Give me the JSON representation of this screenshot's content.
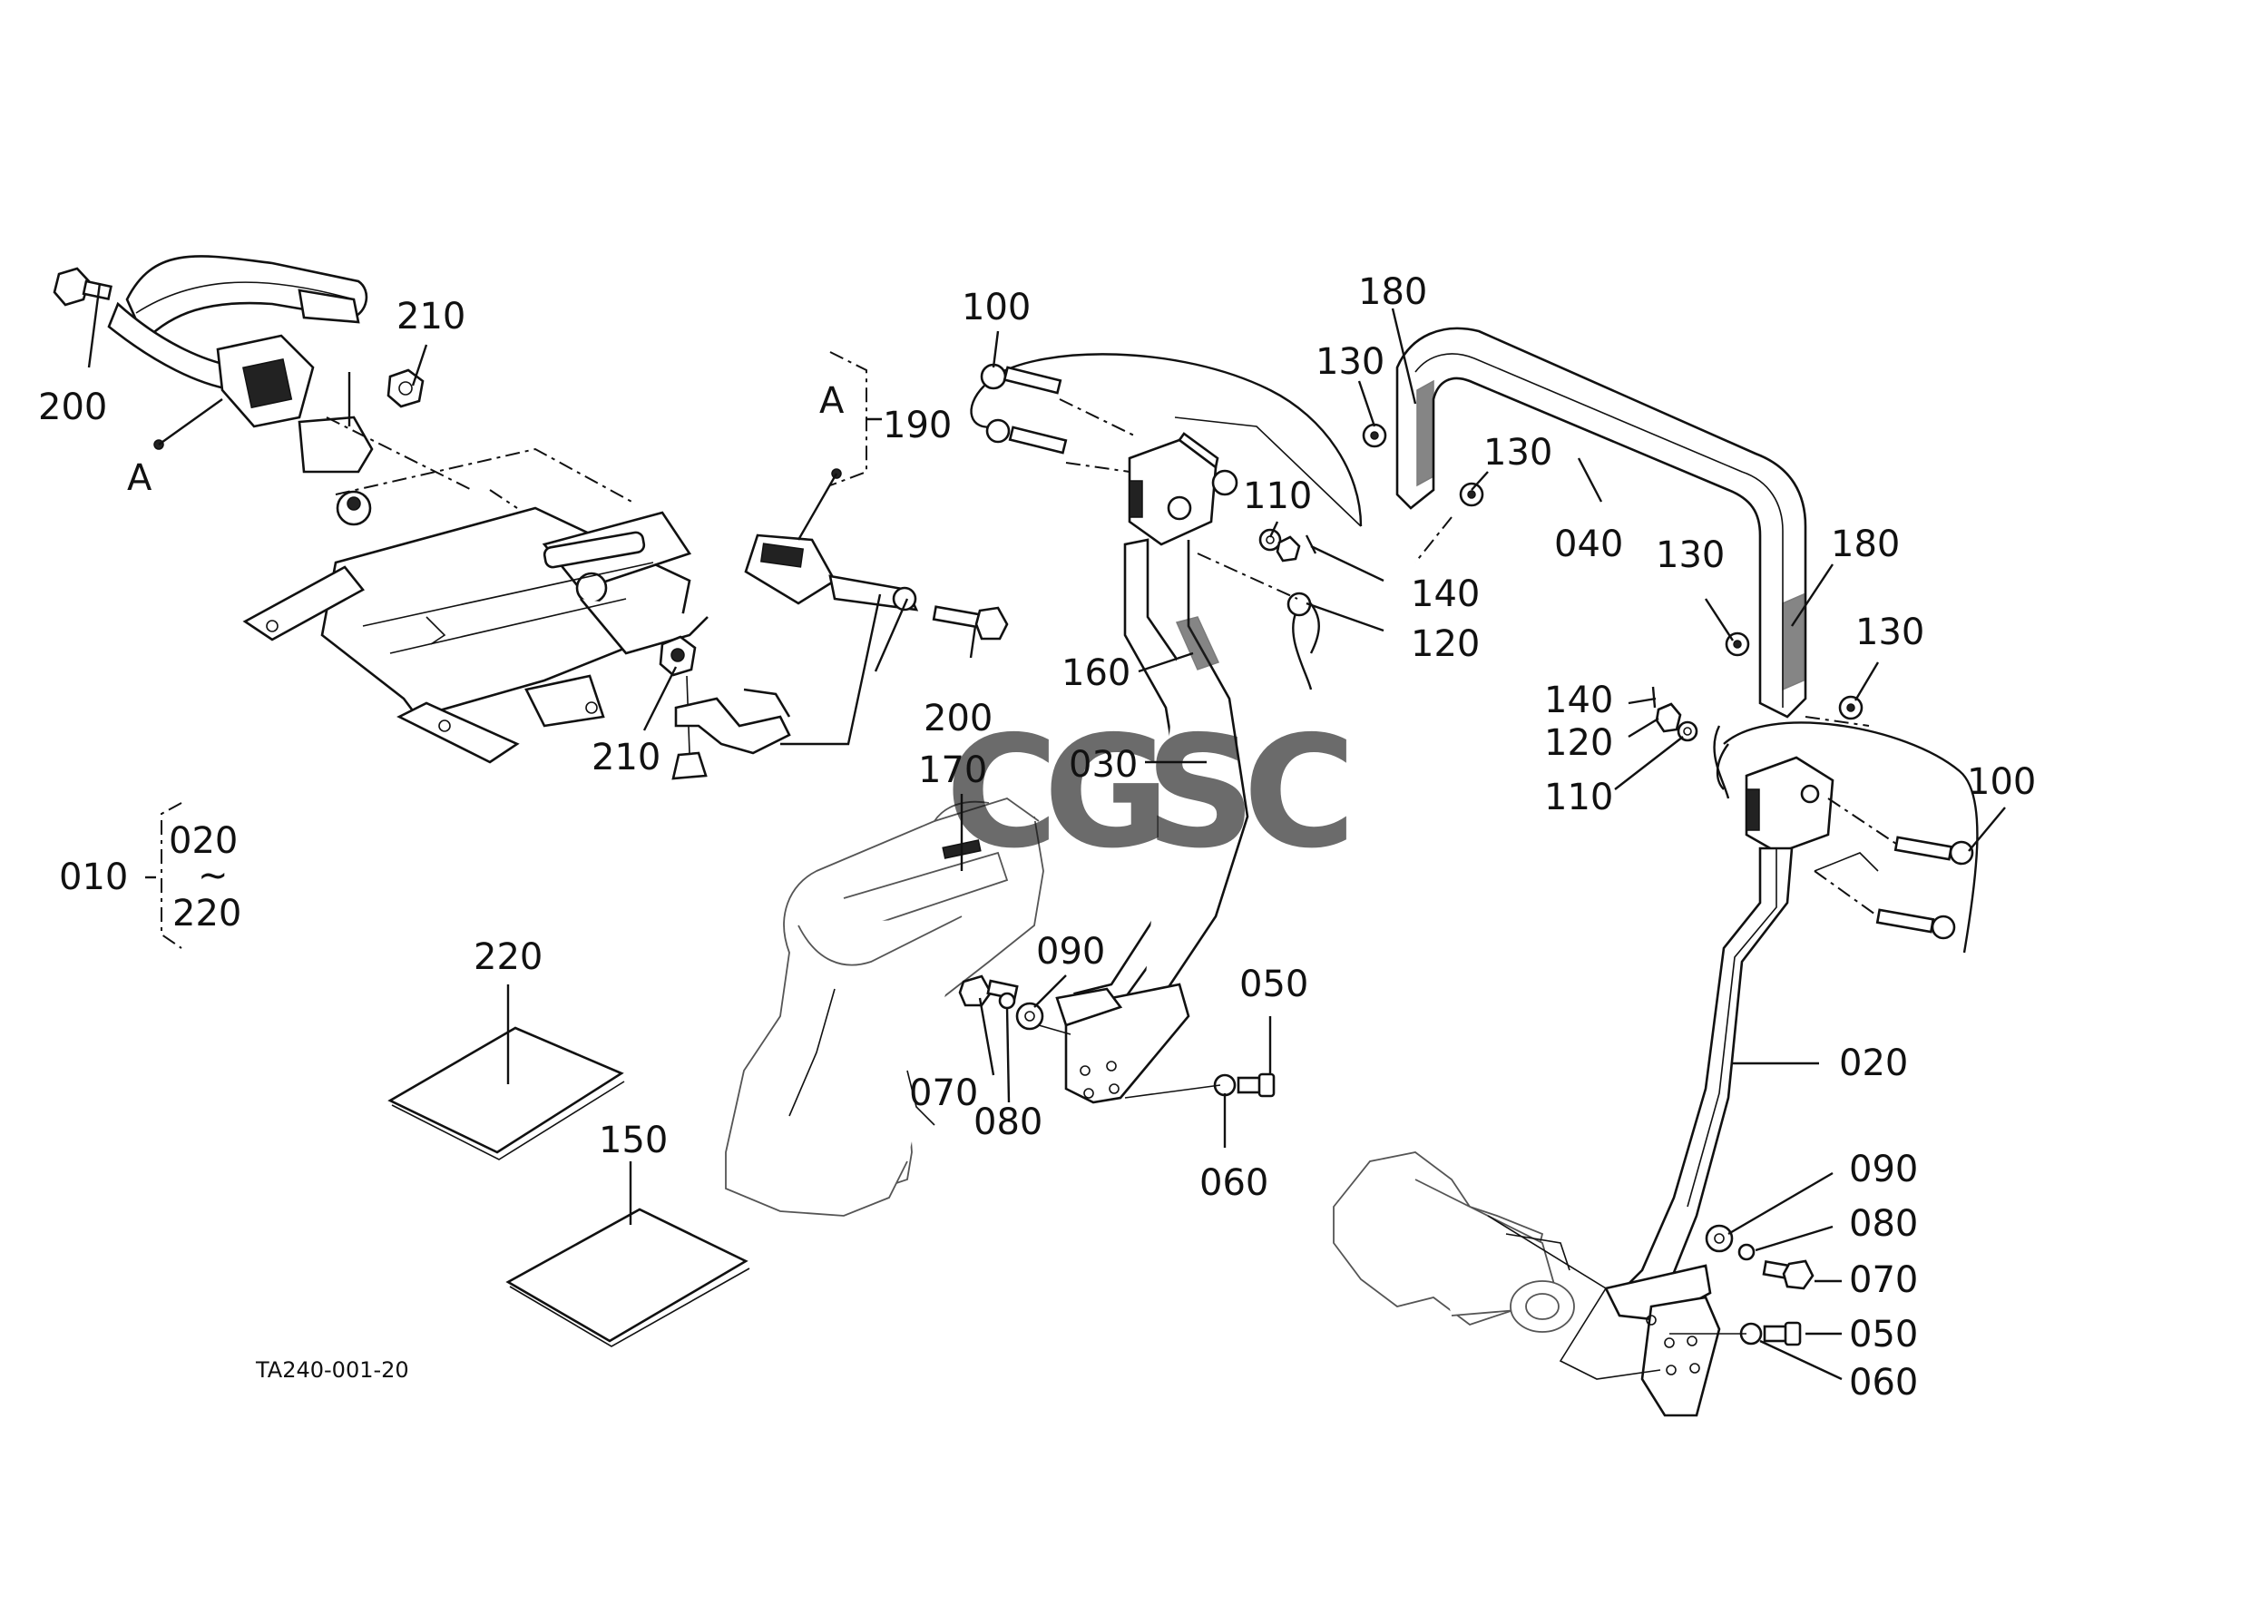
{
  "diagram": {
    "code": "TA240-001-20",
    "watermark": {
      "letters": [
        "C",
        "G",
        "S",
        "C"
      ],
      "colors": [
        "#4a8ff0",
        "#f07a73",
        "#f6cf3b",
        "#5cbf8a"
      ]
    },
    "labels": {
      "p200_left": "200",
      "p210_top": "210",
      "ref_a_left": "A",
      "ref_a_box": "A",
      "p190": "190",
      "p200_mid": "200",
      "p210_mid": "210",
      "p010": "010",
      "p020_range": "020",
      "tilde": "~",
      "p220_range": "220",
      "p220": "220",
      "p150": "150",
      "p170": "170",
      "p030": "030",
      "p160": "160",
      "p100_left": "100",
      "p110_left": "110",
      "p140_left": "140",
      "p120_left": "120",
      "p090_left": "090",
      "p070_left": "070",
      "p080_left": "080",
      "p050_left": "050",
      "p060_left": "060",
      "p180_top": "180",
      "p130_a": "130",
      "p130_b": "130",
      "p040": "040",
      "p130_c": "130",
      "p180_right": "180",
      "p130_d": "130",
      "p140_right": "140",
      "p120_right": "120",
      "p110_right": "110",
      "p100_right": "100",
      "p020": "020",
      "p090_right": "090",
      "p080_right": "080",
      "p070_right": "070",
      "p050_right": "050",
      "p060_right": "060"
    }
  }
}
